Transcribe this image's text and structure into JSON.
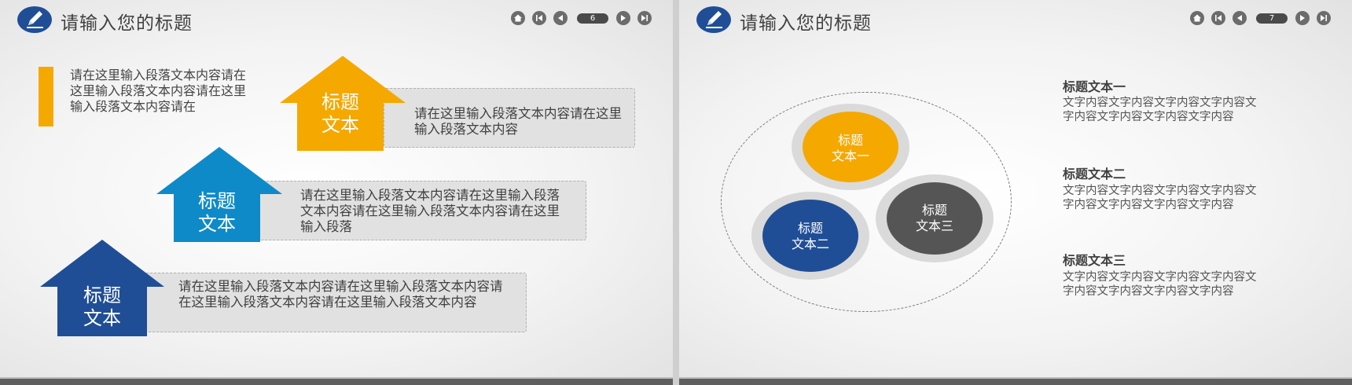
{
  "slides": [
    {
      "title": "请输入您的标题",
      "page_number": "6",
      "nav_icons": [
        "home-icon",
        "first-page-icon",
        "prev-page-icon",
        "next-page-icon",
        "last-page-icon"
      ],
      "intro_text": "请在这里输入段落文本内容请在这里输入段落文本内容请在这里输入段落文本内容请在",
      "arrows": [
        {
          "label_line1": "标题",
          "label_line2": "文本",
          "color": "#f5a800",
          "text": "请在这里输入段落文本内容请在这里输入段落文本内容"
        },
        {
          "label_line1": "标题",
          "label_line2": "文本",
          "color": "#0f8ac8",
          "text": "请在这里输入段落文本内容请在这里输入段落文本内容请在这里输入段落文本内容请在这里输入段落"
        },
        {
          "label_line1": "标题",
          "label_line2": "文本",
          "color": "#1f4e96",
          "text": "请在这里输入段落文本内容请在这里输入段落文本内容请在这里输入段落文本内容请在这里输入段落文本内容"
        }
      ]
    },
    {
      "title": "请输入您的标题",
      "page_number": "7",
      "nav_icons": [
        "home-icon",
        "first-page-icon",
        "prev-page-icon",
        "next-page-icon",
        "last-page-icon"
      ],
      "circles": [
        {
          "label_line1": "标题",
          "label_line2": "文本一",
          "color": "#f5a800"
        },
        {
          "label_line1": "标题",
          "label_line2": "文本二",
          "color": "#1f4e96"
        },
        {
          "label_line1": "标题",
          "label_line2": "文本三",
          "color": "#555555"
        }
      ],
      "sections": [
        {
          "heading": "标题文本一",
          "body": "文字内容文字内容文字内容文字内容文字内容文字内容文字内容文字内容"
        },
        {
          "heading": "标题文本二",
          "body": "文字内容文字内容文字内容文字内容文字内容文字内容文字内容文字内容"
        },
        {
          "heading": "标题文本三",
          "body": "文字内容文字内容文字内容文字内容文字内容文字内容文字内容文字内容"
        }
      ]
    }
  ]
}
